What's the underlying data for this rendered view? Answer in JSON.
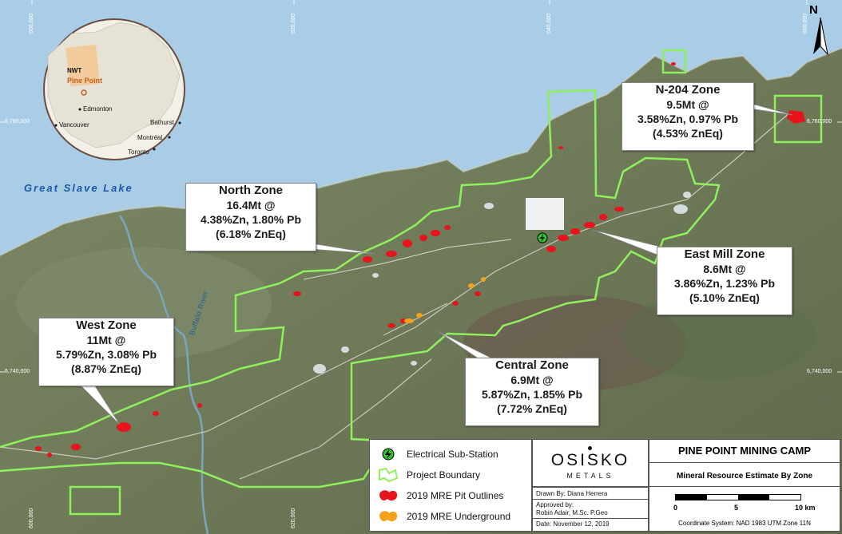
{
  "map": {
    "lake_label": "Great Slave Lake",
    "river_label": "Buffalo River",
    "north_label": "N",
    "coords": {
      "e600": "600,000",
      "e620": "620,000",
      "e640": "640,000",
      "e660": "660,000",
      "n6760": "6,760,000",
      "n6740": "6,740,000"
    }
  },
  "inset": {
    "nwt": "NWT",
    "pine_point": "Pine Point",
    "edmonton": "Edmonton",
    "vancouver": "Vancouver",
    "bathurst": "Bathurst",
    "montreal": "Montréal",
    "toronto": "Toronto"
  },
  "zones": {
    "north": {
      "title": "North Zone",
      "tonnage": "16.4Mt @",
      "grade": "4.38%Zn, 1.80% Pb",
      "zneq": "(6.18% ZnEq)"
    },
    "n204": {
      "title": "N-204 Zone",
      "tonnage": "9.5Mt @",
      "grade": "3.58%Zn, 0.97% Pb",
      "zneq": "(4.53% ZnEq)"
    },
    "eastmill": {
      "title": "East Mill Zone",
      "tonnage": "8.6Mt @",
      "grade": "3.86%Zn, 1.23% Pb",
      "zneq": "(5.10% ZnEq)"
    },
    "central": {
      "title": "Central Zone",
      "tonnage": "6.9Mt @",
      "grade": "5.87%Zn, 1.85% Pb",
      "zneq": "(7.72% ZnEq)"
    },
    "west": {
      "title": "West Zone",
      "tonnage": "11Mt @",
      "grade": "5.79%Zn, 3.08% Pb",
      "zneq": "(8.87% ZnEq)"
    }
  },
  "legend": {
    "substation": "Electrical Sub-Station",
    "boundary": "Project Boundary",
    "pit": "2019 MRE Pit Outlines",
    "underground": "2019 MRE Underground"
  },
  "colors": {
    "boundary": "#8ef05a",
    "pit": "#e8141c",
    "underground": "#f5a21b",
    "lake": "#a9cde6"
  },
  "logo": {
    "text": "OSISKO",
    "sub": "METALS"
  },
  "info": {
    "drawn_by": "Drawn By: Diana Herrera",
    "approved_label": "Approved by:",
    "approved_name": "Robin Adair, M.Sc. P.Geo",
    "date": "Date: November 12, 2019"
  },
  "title_block": {
    "title": "PINE POINT MINING CAMP",
    "subtitle": "Mineral Resource Estimate By Zone",
    "scale_0": "0",
    "scale_5": "5",
    "scale_10": "10 km",
    "coord_system": "Coordinate System: NAD 1983 UTM Zone 11N"
  }
}
